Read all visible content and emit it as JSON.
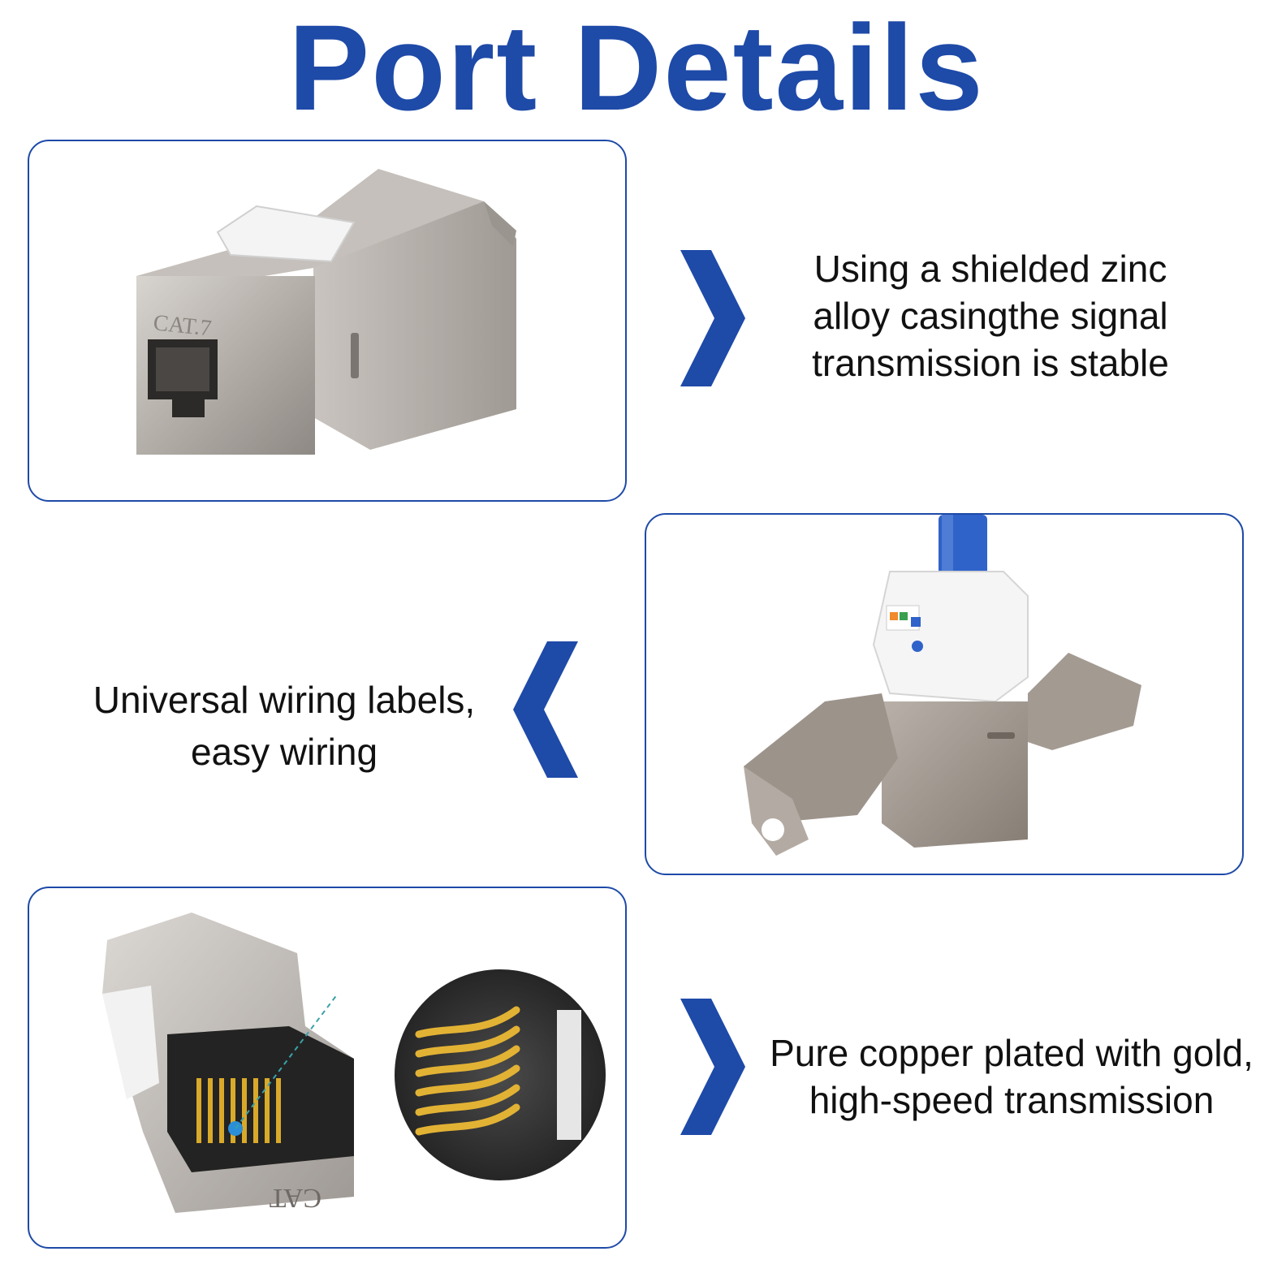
{
  "title": "Port Details",
  "colors": {
    "accent": "#1e4aa8",
    "metal": "#b8b3ae",
    "gold": "#d9a92a",
    "cable": "#2f63c9"
  },
  "sections": [
    {
      "image_label": "CAT.7",
      "arrow": "chevron-right-icon",
      "caption": [
        "Using a shielded zinc",
        "alloy casingthe signal",
        "transmission is stable"
      ]
    },
    {
      "arrow": "chevron-left-icon",
      "caption": [
        "Universal wiring labels,",
        "easy wiring"
      ]
    },
    {
      "image_label": "CAT",
      "arrow": "chevron-right-icon",
      "caption": [
        "Pure copper plated with gold,",
        "high-speed transmission"
      ]
    }
  ]
}
